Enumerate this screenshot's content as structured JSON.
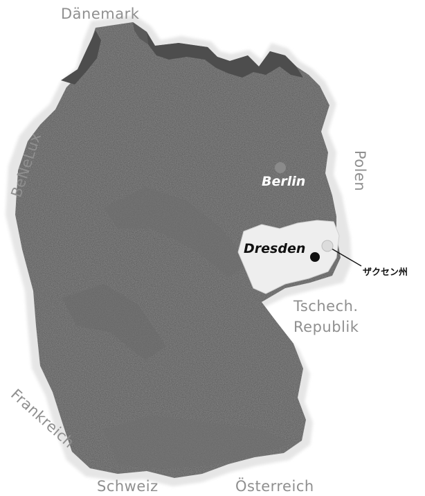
{
  "colors": {
    "land": "#808080",
    "coast_water": "#4d4d4d",
    "saxony": "#eeeeee",
    "neighbor_text": "#8f8f8f",
    "berlin_dot": "#8a8a8a",
    "dresden_dot": "#111111"
  },
  "neighbors": {
    "daenemark": "Dänemark",
    "benelux": "BeNeLux",
    "polen": "Polen",
    "tschech_line1": "Tschech.",
    "tschech_line2": "Republik",
    "frankreich": "Frankreich",
    "schweiz": "Schweiz",
    "oesterreich": "Österreich"
  },
  "cities": {
    "berlin": "Berlin",
    "dresden": "Dresden"
  },
  "state": {
    "label": "ザクセン州"
  }
}
